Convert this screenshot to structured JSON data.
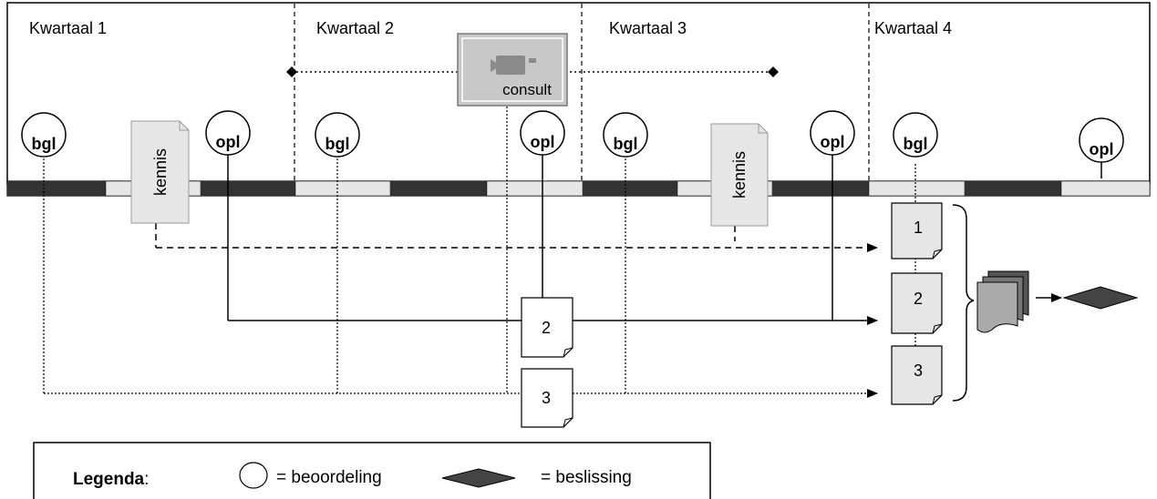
{
  "quarters": [
    "Kwartaal 1",
    "Kwartaal 2",
    "Kwartaal 3",
    "Kwartaal 4"
  ],
  "nodes": {
    "bgl": "bgl",
    "opl": "opl"
  },
  "knowledge_doc": "kennis",
  "consult": "consult",
  "documents": [
    "1",
    "2",
    "3"
  ],
  "legend": {
    "title": "Legenda",
    "separator": ":",
    "circle_meaning": "= beoordeling",
    "diamond_meaning": "= beslissing"
  },
  "colors": {
    "timeline_dark": "#333333",
    "timeline_light": "#e6e6e6",
    "document_fill": "#e6e6e6",
    "consult_fill": "#c8c8c8",
    "decision_fill": "#444444"
  }
}
